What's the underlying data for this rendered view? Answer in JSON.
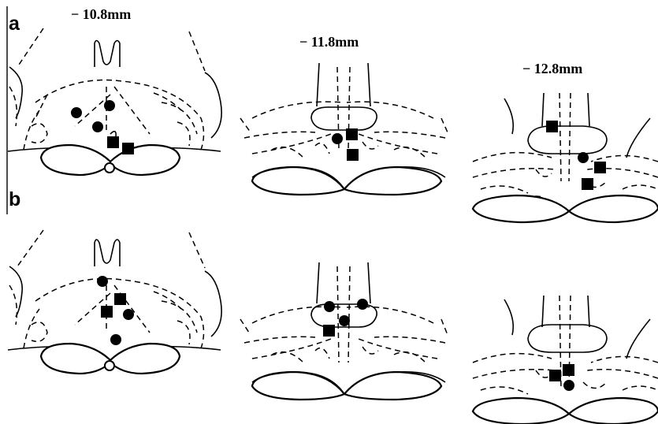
{
  "panels": [
    {
      "letter": "a"
    },
    {
      "letter": "b"
    }
  ],
  "levels": [
    "− 10.8mm",
    "− 11.8mm",
    "− 12.8mm"
  ],
  "colors": {
    "ink": "#000000",
    "background": "#ffffff"
  },
  "markers": {
    "circle": "filled-circle",
    "square": "filled-square"
  }
}
